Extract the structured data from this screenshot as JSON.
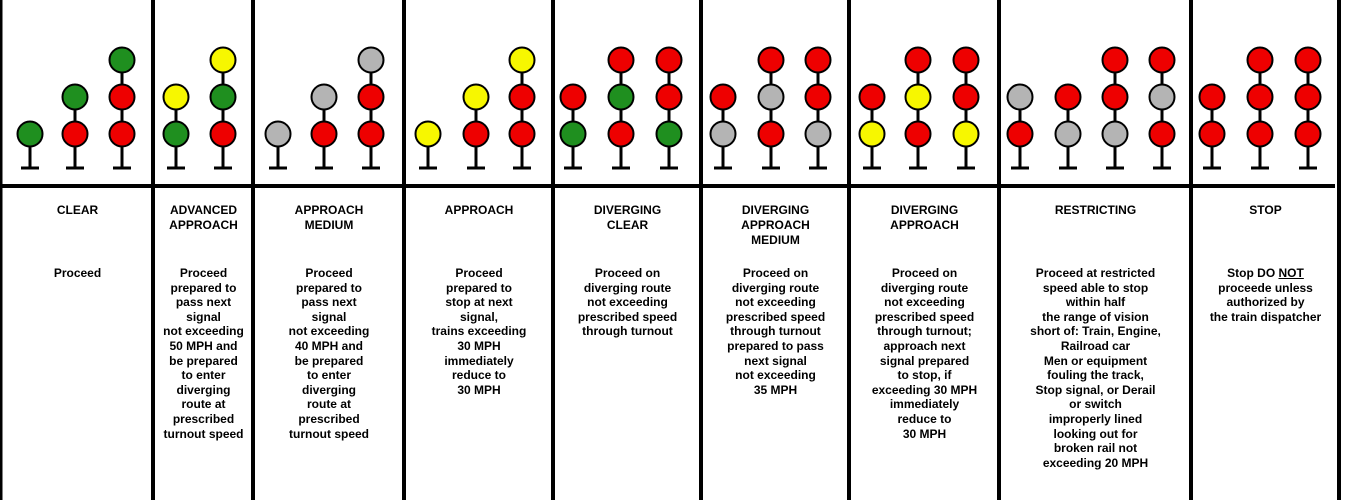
{
  "colors": {
    "green": "#1f8f1f",
    "red": "#ee0000",
    "yellow": "#f7f700",
    "grey": "#b4b4b4"
  },
  "aspects": [
    {
      "name": "CLEAR",
      "rule": "Proceed",
      "signals": [
        [
          "green"
        ],
        [
          "green",
          "red"
        ],
        [
          "green",
          "red",
          "red"
        ]
      ]
    },
    {
      "name": "ADVANCED\nAPPROACH",
      "rule": "Proceed\nprepared to\npass next\nsignal\nnot exceeding\n50 MPH and\nbe prepared\nto enter\ndiverging\nroute at\nprescribed\nturnout speed",
      "signals": [
        [
          "yellow",
          "green"
        ],
        [
          "yellow",
          "green",
          "red"
        ]
      ]
    },
    {
      "name": "APPROACH\nMEDIUM",
      "rule": "Proceed\nprepared to\npass next\nsignal\nnot exceeding\n40 MPH and\nbe prepared\nto enter\ndiverging\nroute at\nprescribed\nturnout speed",
      "signals": [
        [
          "grey"
        ],
        [
          "grey",
          "red"
        ],
        [
          "grey",
          "red",
          "red"
        ]
      ]
    },
    {
      "name": "APPROACH",
      "rule": "Proceed\nprepared to\nstop at next\nsignal,\ntrains exceeding\n30 MPH\nimmediately\nreduce to\n30 MPH",
      "signals": [
        [
          "yellow"
        ],
        [
          "yellow",
          "red"
        ],
        [
          "yellow",
          "red",
          "red"
        ]
      ]
    },
    {
      "name": "DIVERGING\nCLEAR",
      "rule": "Proceed on\ndiverging route\nnot exceeding\nprescribed speed\nthrough turnout",
      "signals": [
        [
          "red",
          "green"
        ],
        [
          "red",
          "green",
          "red"
        ],
        [
          "red",
          "red",
          "green"
        ]
      ]
    },
    {
      "name": "DIVERGING\nAPPROACH\nMEDIUM",
      "rule": "Proceed on\ndiverging route\nnot exceeding\nprescribed speed\nthrough turnout\nprepared to pass\nnext signal\nnot exceeding\n35 MPH",
      "signals": [
        [
          "red",
          "grey"
        ],
        [
          "red",
          "grey",
          "red"
        ],
        [
          "red",
          "red",
          "grey"
        ]
      ]
    },
    {
      "name": "DIVERGING\nAPPROACH",
      "rule": "Proceed on\ndiverging route\nnot exceeding\nprescribed speed\nthrough turnout;\napproach next\nsignal prepared\nto stop, if\nexceeding 30 MPH\nimmediately\nreduce to\n30 MPH",
      "signals": [
        [
          "red",
          "yellow"
        ],
        [
          "red",
          "yellow",
          "red"
        ],
        [
          "red",
          "red",
          "yellow"
        ]
      ]
    },
    {
      "name": "RESTRICTING",
      "rule": "Proceed at restricted\nspeed able to stop\nwithin half\nthe range of vision\nshort of: Train, Engine,\nRailroad car\nMen or equipment\nfouling the track,\nStop signal, or Derail\nor switch\nimproperly lined\nlooking out for\nbroken rail not\nexceeding 20 MPH",
      "signals": [
        [
          "grey",
          "red"
        ],
        [
          "red",
          "grey"
        ],
        [
          "red",
          "red",
          "grey"
        ],
        [
          "red",
          "grey",
          "red"
        ]
      ]
    },
    {
      "name": "STOP",
      "rule_parts": [
        "Stop DO ",
        "NOT",
        "\nproceede unless\nauthorized by\nthe train dispatcher"
      ],
      "signals": [
        [
          "red",
          "red"
        ],
        [
          "red",
          "red",
          "red"
        ],
        [
          "red",
          "red",
          "red"
        ]
      ]
    }
  ]
}
